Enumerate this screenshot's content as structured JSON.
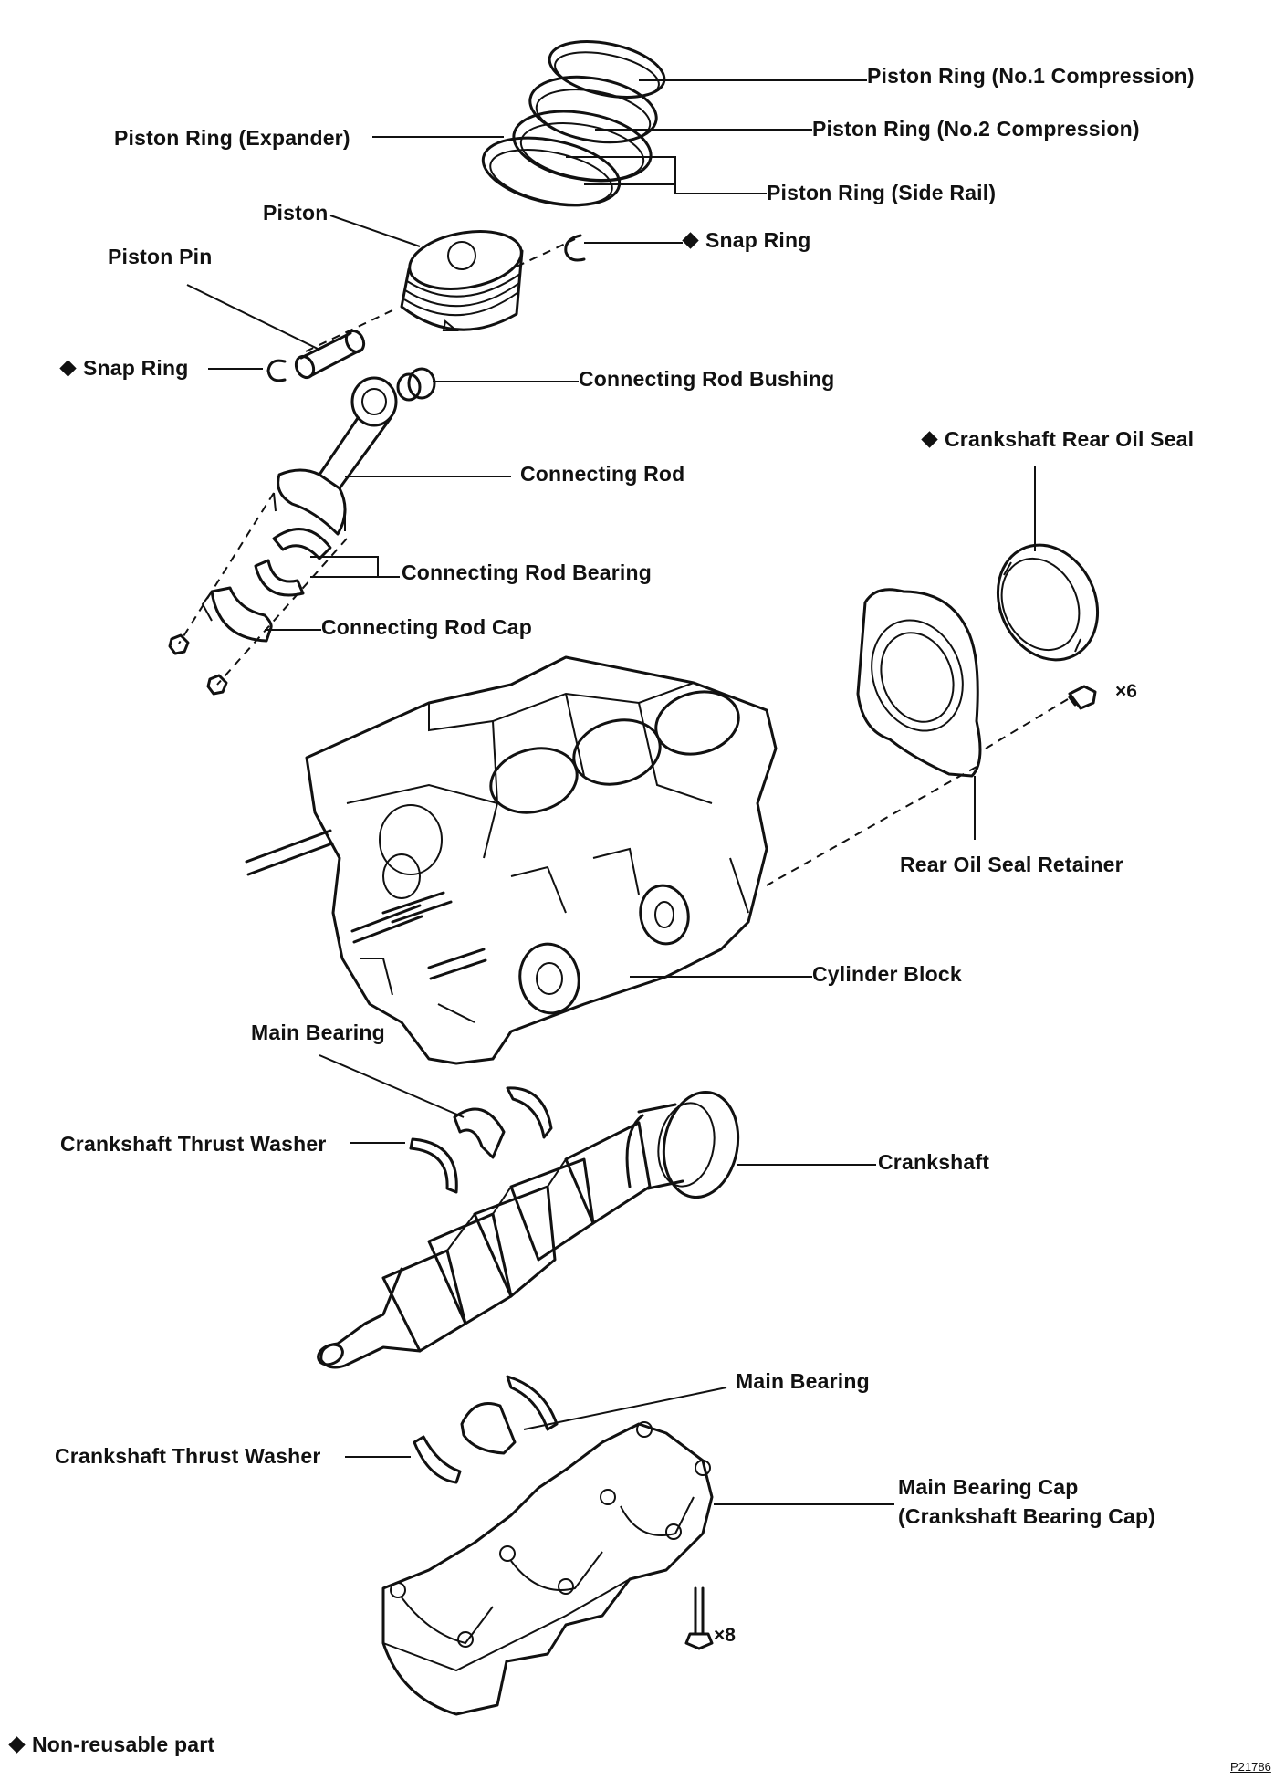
{
  "labels": {
    "ring_no1": "Piston Ring (No.1 Compression)",
    "ring_no2": "Piston Ring (No.2 Compression)",
    "ring_expander": "Piston Ring (Expander)",
    "ring_side_rail": "Piston Ring (Side Rail)",
    "piston": "Piston",
    "snap_ring_right": "Snap Ring",
    "piston_pin": "Piston Pin",
    "snap_ring_left": "Snap Ring",
    "rod_bushing": "Connecting Rod Bushing",
    "rear_oil_seal": "Crankshaft Rear Oil Seal",
    "connecting_rod": "Connecting Rod",
    "rod_bearing": "Connecting Rod Bearing",
    "rod_cap": "Connecting Rod Cap",
    "bolts_x6": "×6",
    "oil_seal_retainer": "Rear Oil Seal Retainer",
    "cylinder_block": "Cylinder Block",
    "main_bearing_upper": "Main Bearing",
    "thrust_washer_upper": "Crankshaft Thrust Washer",
    "crankshaft": "Crankshaft",
    "main_bearing_lower": "Main Bearing",
    "thrust_washer_lower": "Crankshaft Thrust Washer",
    "main_bearing_cap_1": "Main Bearing Cap",
    "main_bearing_cap_2": "(Crankshaft Bearing Cap)",
    "bolts_x8": "×8"
  },
  "legend": {
    "non_reusable": "Non-reusable part"
  },
  "figure_id": "P21786"
}
